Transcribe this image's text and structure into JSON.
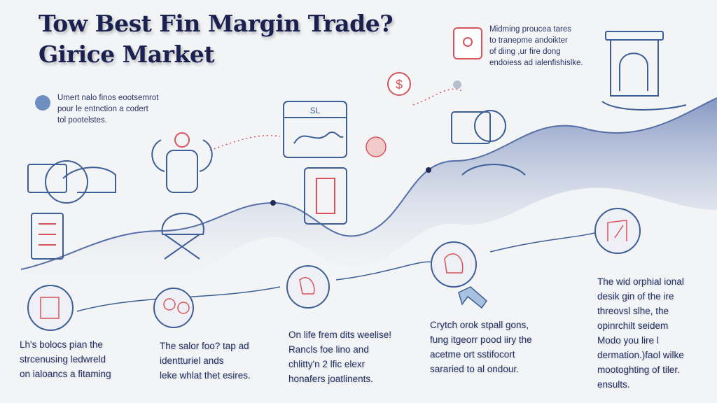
{
  "title": {
    "line1": "Tow Best Fin Margin Trade?",
    "line2": "Girice Market"
  },
  "intro": {
    "lines": [
      "Umert nalo finos eootsemrot",
      "pour le entnction a codert",
      "tol pootelstes."
    ]
  },
  "top_note": {
    "lines": [
      "Midming proucea tares",
      "to tranepme andoikter",
      "of diing ,ur fire dong",
      "endoiess ad ialenfishislke."
    ]
  },
  "captions": [
    {
      "lines": [
        "Lh's bolocs pian the",
        "strcenusing ledwreld",
        "on ialoancs a fitaming"
      ]
    },
    {
      "lines": [
        "The salor foo? tap ad",
        "identturiel ands",
        "leke whlat thet esires."
      ]
    },
    {
      "lines": [
        "On life frem dits weelise!",
        "Rancls foe lino and",
        "chlitty'n 2 lfic elexr",
        "honafers joatlinents."
      ]
    },
    {
      "lines": [
        "Crytch orok stpall gons,",
        "fung itgeorr pood iiry the",
        "acetme ort sstifocort",
        "sararied to al ondour."
      ]
    },
    {
      "lines": [
        "The wid orphial ional",
        "desik gin of the ire",
        "threovsl slhe, the",
        "opinrchilt seidem",
        "Modo you lire l",
        "dermation.)faol wilke",
        "mootoghting of tiler.",
        "ensults."
      ]
    }
  ],
  "icons": {
    "dollar": "$",
    "chart_label": "SL"
  },
  "colors": {
    "navy": "#1a2150",
    "wave": "#7d93c2",
    "accent_red": "#d9545a",
    "line_blue": "#3d5f95"
  }
}
